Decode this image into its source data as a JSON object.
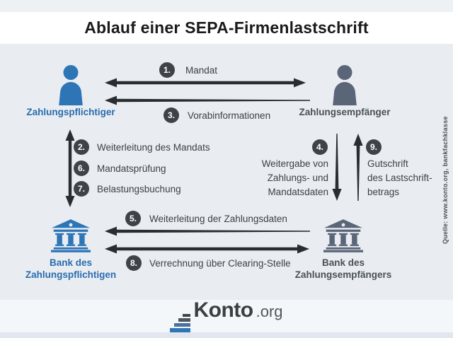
{
  "title": "Ablauf einer SEPA-Firmenlastschrift",
  "source_note": "Quelle: www.konto.org, bankfachklasse",
  "colors": {
    "payer_blue": "#2e75b6",
    "payee_slate": "#5a6577",
    "badge_bg": "#3e4348",
    "arrow": "#292d30",
    "payer_label_text": "#2a6cae",
    "payee_label_text": "#4a5057",
    "diagram_bg": "#e9edf2"
  },
  "actors": {
    "payer": {
      "label": "Zahlungspflichtiger"
    },
    "payee": {
      "label": "Zahlungsempfänger"
    },
    "payer_bank": {
      "lines": [
        "Bank des",
        "Zahlungspflichtigen"
      ]
    },
    "payee_bank": {
      "lines": [
        "Bank des",
        "Zahlungsempfängers"
      ]
    }
  },
  "steps": {
    "s1": {
      "num": "1.",
      "label": "Mandat"
    },
    "s2": {
      "num": "2.",
      "label": "Weiterleitung des Mandats"
    },
    "s3": {
      "num": "3.",
      "label": "Vorabinformationen"
    },
    "s4": {
      "num": "4.",
      "lines": [
        "Weitergabe von",
        "Zahlungs- und",
        "Mandatsdaten"
      ]
    },
    "s5": {
      "num": "5.",
      "label": "Weiterleitung der Zahlungsdaten"
    },
    "s6": {
      "num": "6.",
      "label": "Mandatsprüfung"
    },
    "s7": {
      "num": "7.",
      "label": "Belastungsbuchung"
    },
    "s8": {
      "num": "8.",
      "label": "Verrechnung über Clearing-Stelle"
    },
    "s9": {
      "num": "9.",
      "lines": [
        "Gutschrift",
        "des Lastschrift-",
        "betrags"
      ]
    }
  },
  "logo": {
    "name": "Konto",
    "tld": ".org"
  }
}
